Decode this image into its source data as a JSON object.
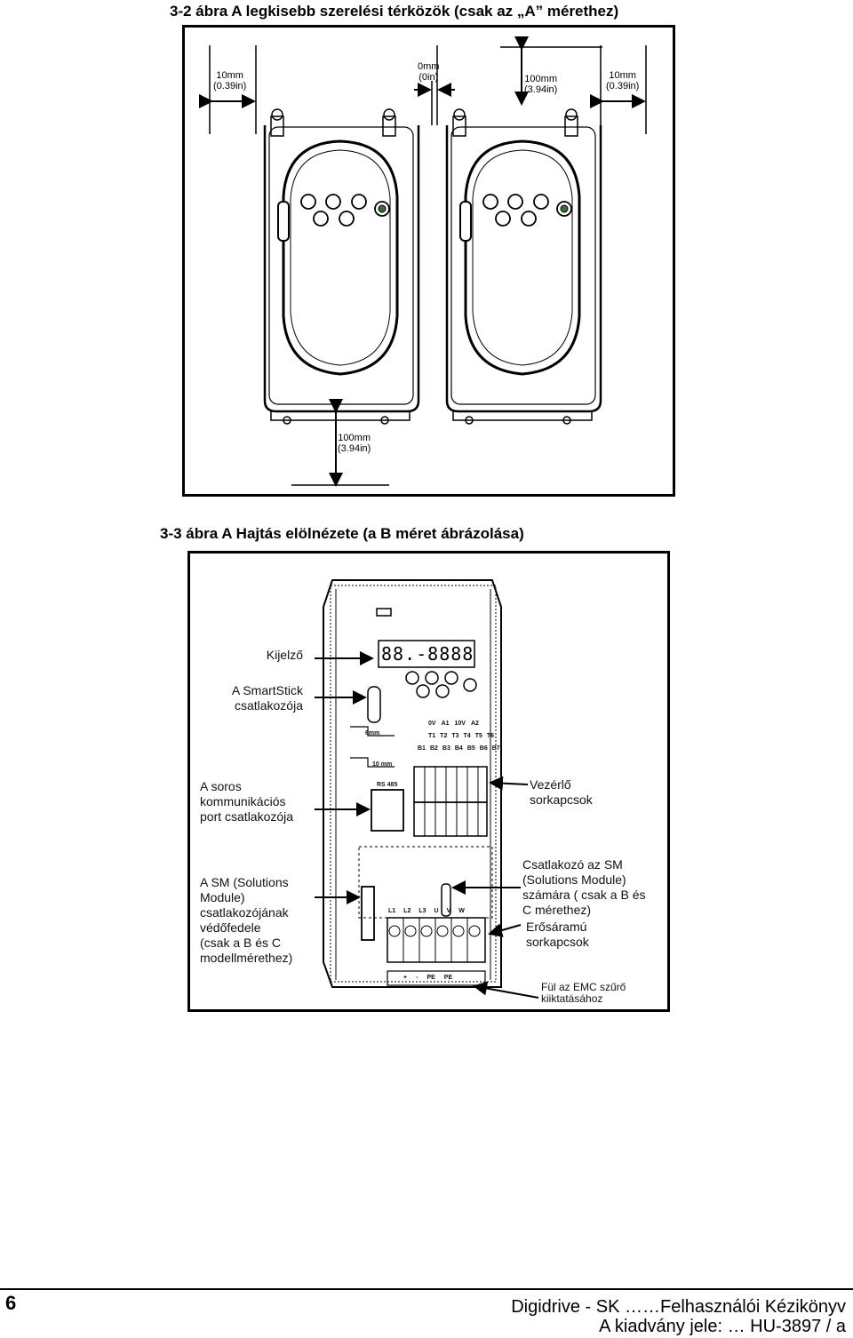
{
  "figure1": {
    "caption": "3-2 ábra  A legkisebb szerelési térközök (csak az „A” mérethez)",
    "dims": {
      "left_mm": "10mm",
      "left_in": "(0.39in)",
      "center_mm": "0mm",
      "center_in": "(0in)",
      "top_mm": "100mm",
      "top_in": "(3.94in)",
      "right_mm": "10mm",
      "right_in": "(0.39in)",
      "bottom_mm": "100mm",
      "bottom_in": "(3.94in)"
    }
  },
  "figure2": {
    "caption": "3-3 ábra  A Hajtás elölnézete (a B méret ábrázolása)",
    "labels": {
      "display": "Kijelző",
      "smartstick": [
        "A SmartStick",
        "csatlakozója"
      ],
      "serial": [
        "A soros",
        "kommunikációs",
        "port csatlakozója"
      ],
      "sm_cover": [
        "A SM (Solutions",
        "Module)",
        "csatlakozójának",
        "védőfedele",
        "(csak a B és C",
        "modellmérethez)"
      ],
      "control_terminals": [
        "Vezérlő",
        "sorkapcsok"
      ],
      "sm_connector": [
        "Csatlakozó az SM",
        "(Solutions Module)",
        "számára ( csak a B és",
        "C mérethez)"
      ],
      "power_terminals": [
        "Erősáramú",
        "sorkapcsok"
      ],
      "emc_tab": [
        "Fül az EMC szűrő",
        "kiiktatásához"
      ]
    },
    "drawing_text": {
      "display_readout": "88.-8888",
      "dim_6mm": "6mm",
      "dim_10mm": "10 mm",
      "rs485": "RS 485",
      "terminal_top": [
        "0V",
        "A1",
        "10V",
        "A2"
      ],
      "terminal_t": [
        "T1",
        "T2",
        "T3",
        "T4",
        "T5",
        "T6"
      ],
      "terminal_b": [
        "B1",
        "B2",
        "B3",
        "B4",
        "B5",
        "B6",
        "B7"
      ],
      "power_top": [
        "L1",
        "L2",
        "L3",
        "U",
        "V",
        "W"
      ],
      "power_bottom": [
        "+",
        "-",
        "PE",
        "PE"
      ]
    }
  },
  "footer": {
    "page_number": "6",
    "line1": "Digidrive - SK ……Felhasználói Kézikönyv",
    "line2": "A kiadvány jele: … HU-3897 / a"
  }
}
